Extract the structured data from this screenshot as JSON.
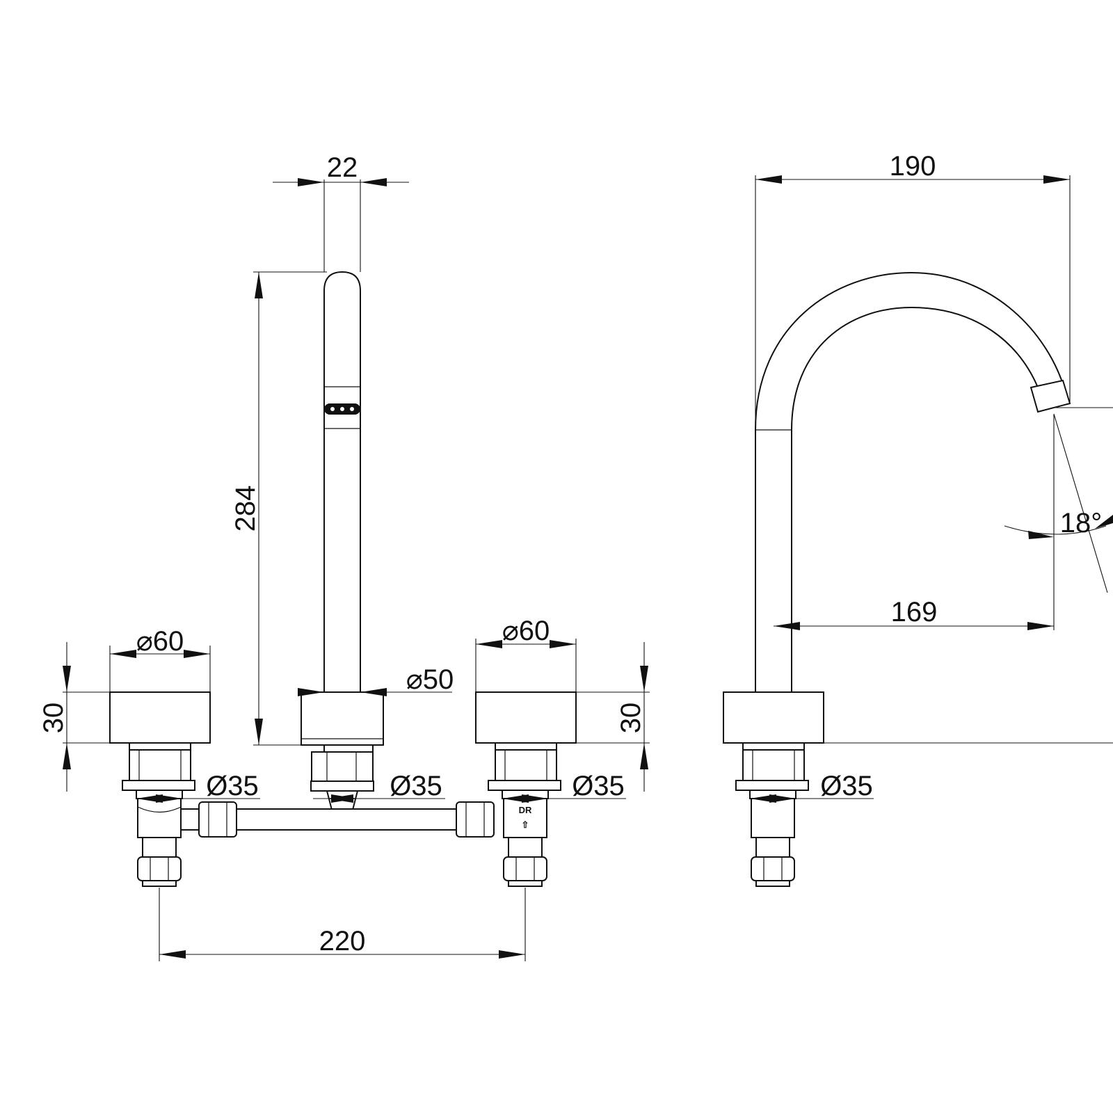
{
  "front_view": {
    "spout_width": "22",
    "spout_height": "284",
    "left_handle_diameter": "⌀60",
    "right_handle_diameter": "⌀60",
    "left_handle_height": "30",
    "right_handle_height": "30",
    "spout_base_diameter": "⌀50",
    "left_shank_diameter": "Ø35",
    "center_shank_diameter": "Ø35",
    "right_shank_diameter": "Ø35",
    "valve_marking": "DR",
    "valve_arrow": "⇧",
    "centers_distance": "220"
  },
  "side_view": {
    "overall_projection": "190",
    "spout_reach": "169",
    "outlet_angle": "18°",
    "shank_diameter": "Ø35"
  },
  "colors": {
    "line": "#111111",
    "background": "#ffffff"
  }
}
